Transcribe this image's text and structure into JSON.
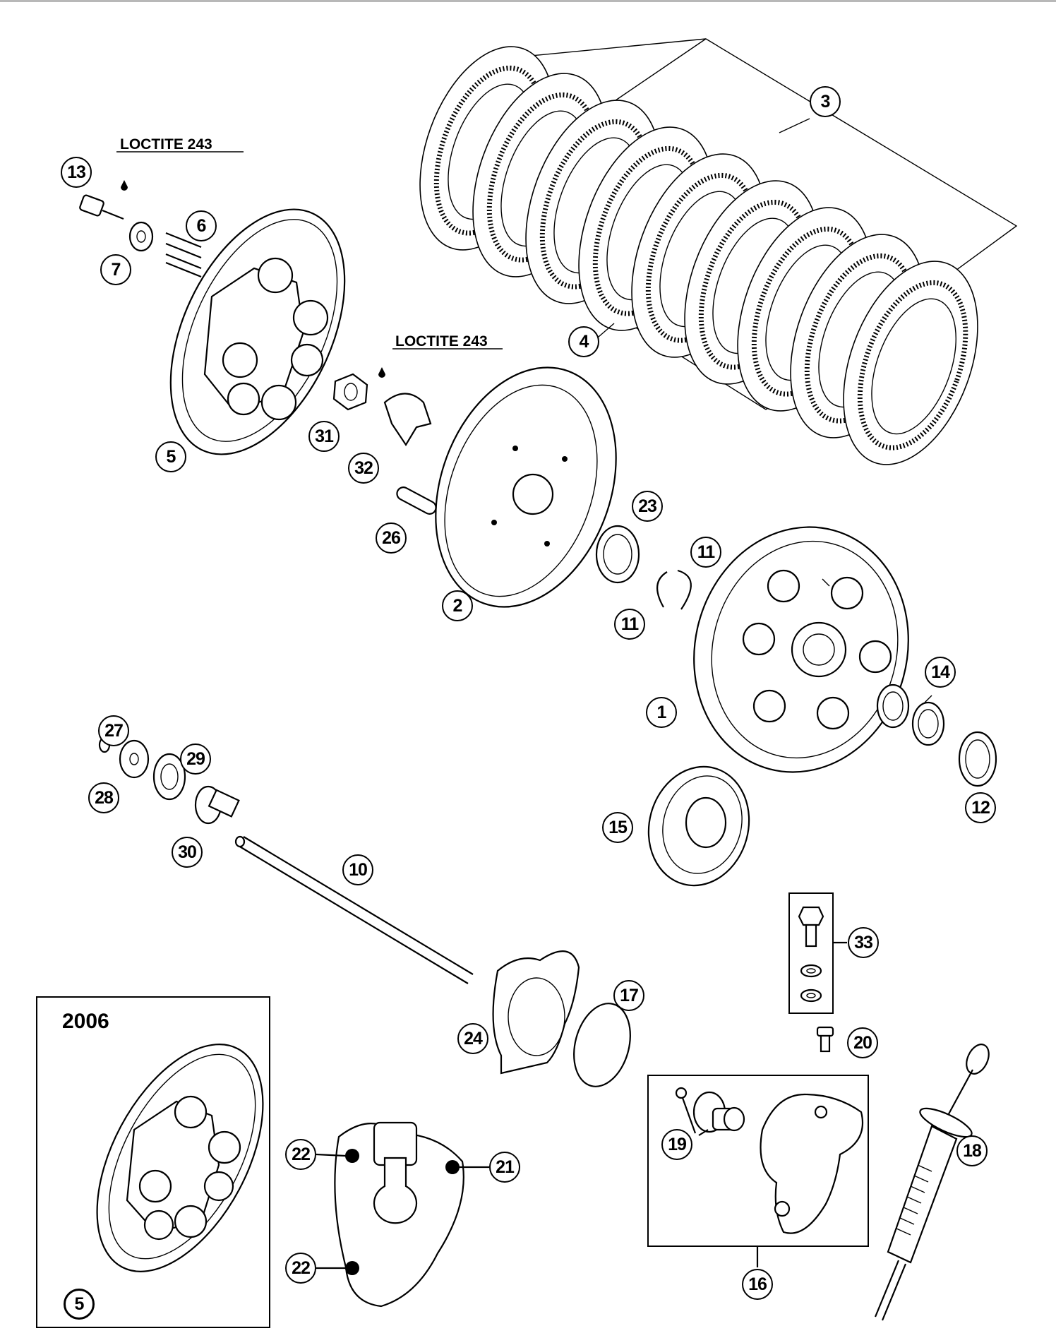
{
  "loctite_labels": [
    "LOCTITE 243",
    "LOCTITE 243"
  ],
  "inset_year": "2006",
  "callouts": [
    "1",
    "2",
    "3",
    "4",
    "5",
    "6",
    "7",
    "10",
    "11",
    "11",
    "12",
    "13",
    "14",
    "15",
    "16",
    "17",
    "18",
    "19",
    "20",
    "21",
    "22",
    "22",
    "23",
    "24",
    "26",
    "27",
    "28",
    "29",
    "30",
    "31",
    "32",
    "33",
    "5"
  ]
}
